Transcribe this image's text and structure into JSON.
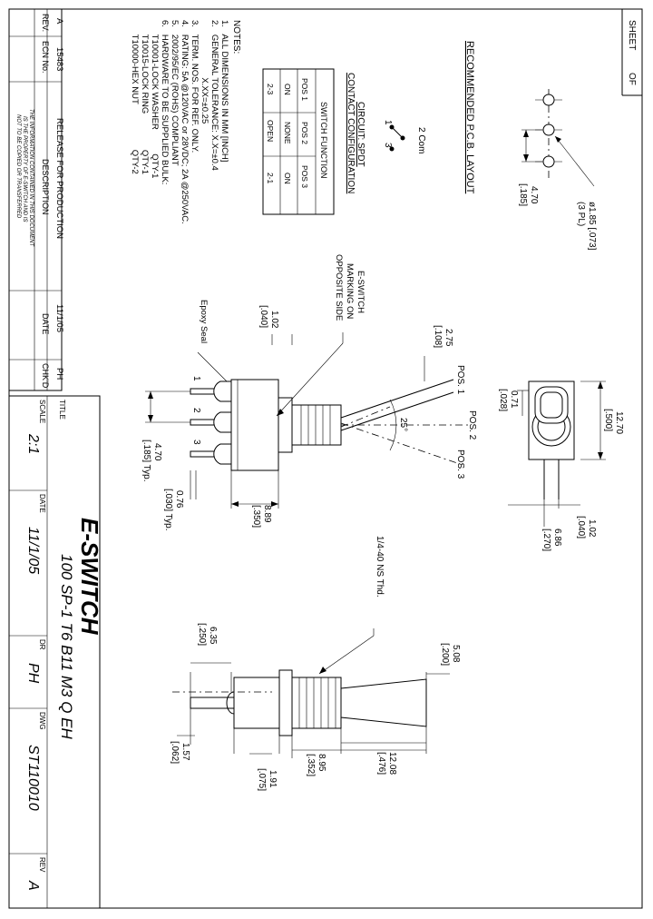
{
  "sheet": {
    "sheet_label": "SHEET",
    "of_label": "OF"
  },
  "layout": {
    "title": "RECOMMENDED P.C.B. LAYOUT",
    "hole_dia": "ø1.85 [.073]",
    "hole_qty": "(3 PL)",
    "pitch_mm": "4.70",
    "pitch_in": "[.185]"
  },
  "circuit": {
    "title": "CIRCUIT: SPDT",
    "contact": "CONTACT CONFIGURATION",
    "com_label": "2 Com",
    "t1": "1",
    "t3": "3",
    "table_title": "SWITCH FUNCTION",
    "headers": [
      "POS 1",
      "POS 2",
      "POS 3"
    ],
    "row_func": [
      "ON",
      "NONE",
      "ON"
    ],
    "row_term": [
      "2-3",
      "OPEN",
      "2-1"
    ]
  },
  "notes": {
    "heading": "NOTES:",
    "lines": [
      "1.   ALL DIMENSIONS IN MM [INCH]",
      "2.   GENERAL TOLERANCE: X.X=±0.4",
      "                        X.XX=±0.25",
      "3.   TERM. NOS. FOR REF. ONLY.",
      "4.   RATING: 5A @120VAC or 28VDC; 2A @250VAC.",
      "5.   2002/95/EC (ROHS) COMPLIANT",
      "6.   HARDWARE TO BE SUPPLIED BULK:",
      "      T10001-LOCK WASHER          QTY-1",
      "      T10015-LOCK RING               QTY-1",
      "      T10000-HEX NUT                   QTY-2"
    ]
  },
  "side": {
    "marking": [
      "E-SWITCH",
      "MARKING ON",
      "OPPOSITE SIDE"
    ],
    "epoxy": "Epoxy Seal",
    "d102_mm": "1.02",
    "d102_in": "[.040]",
    "d275_mm": "2.75",
    "d275_in": "[.108]",
    "pos1": "POS. 1",
    "pos2": "POS. 2",
    "pos3": "POS. 3",
    "angle": "25°",
    "t1": "1",
    "t2": "2",
    "t3": "3",
    "d470_mm": "4.70",
    "d470_in": "[.185] Typ.",
    "d076_mm": "0.76",
    "d076_in": "[.030] Typ.",
    "d889_mm": "8.89",
    "d889_in": "[.350]"
  },
  "top": {
    "d1270_mm": "12.70",
    "d1270_in": "[.500]",
    "d071_mm": "0.71",
    "d071_in": "[.028]",
    "d102_mm": "1.02",
    "d102_in": "[.040]",
    "d686_mm": "6.86",
    "d686_in": "[.270]"
  },
  "front": {
    "thread": "1/4-40 NS Thd.",
    "d508_mm": "5.08",
    "d508_in": "[.200]",
    "d635_mm": "6.35",
    "d635_in": "[.250]",
    "d1208_mm": "12.08",
    "d1208_in": "[.476]",
    "d895_mm": "8.95",
    "d895_in": "[.352]",
    "d157_mm": "1.57",
    "d157_in": "[.062]",
    "d191_mm": "1.91",
    "d191_in": "[.075]"
  },
  "revision": {
    "headers": [
      "REV.",
      "ECN No.",
      "DESCRIPTION",
      "DATE",
      "CHK'D"
    ],
    "row": [
      "A",
      "15483",
      "RELEASE FOR PRODUCTION",
      "11/1/05",
      "PH"
    ],
    "notice": [
      "THE INFORMATION CONTAINED IN THIS DOCUMENT",
      "IS THE PROPERTY OF E-SWITCH AND IS",
      "NOT TO BE COPIED OR TRANSFERRED"
    ]
  },
  "titleblock": {
    "title_label": "TITLE",
    "title_value": "100 SP-1 T6 B11 M3 Q EH",
    "scale_label": "SCALE",
    "scale_value": "2:1",
    "date_label": "DATE",
    "date_value": "11/1/05",
    "dr_label": "DR",
    "dr_value": "PH",
    "dwg_label": "DWG",
    "dwg_value": "ST110010",
    "rev_label": "REV",
    "rev_value": "A",
    "logo": "E-SWITCH"
  }
}
